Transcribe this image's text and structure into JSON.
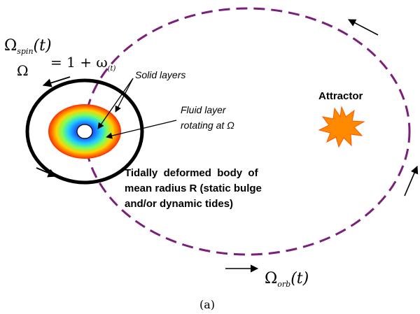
{
  "labels": {
    "omega_spin": "Ω",
    "spin_sub": "spin",
    "t_arg": "(t)",
    "omega_denom": "Ω",
    "equals_rhs": "= 1 + ω",
    "omega_sub_t": "(t)",
    "solid_layers": "Solid layers",
    "fluid_line1": "Fluid layer",
    "fluid_line2": "rotating at Ω",
    "attractor": "Attractor",
    "body_line1": "Tidally  deformed  body  of",
    "body_line2": "mean radius R (static bulge",
    "body_line3": "and/or dynamic tides)",
    "omega_orb": "Ω",
    "orb_sub": "orb",
    "orb_t": "(t)",
    "caption": "(a)"
  },
  "colors": {
    "orbit": "#7a1f7a",
    "ring": "#000000",
    "star_fill": "#ff8a00",
    "star_stroke": "#ff5500",
    "disk_outer": "#ff2a00",
    "disk_mid1": "#ffd200",
    "disk_mid2": "#7cff5a",
    "disk_mid3": "#1fd0ff",
    "disk_inner": "#1a5cff"
  },
  "icons": {
    "attractor": "star-burst-icon",
    "body": "layered-body-icon"
  }
}
